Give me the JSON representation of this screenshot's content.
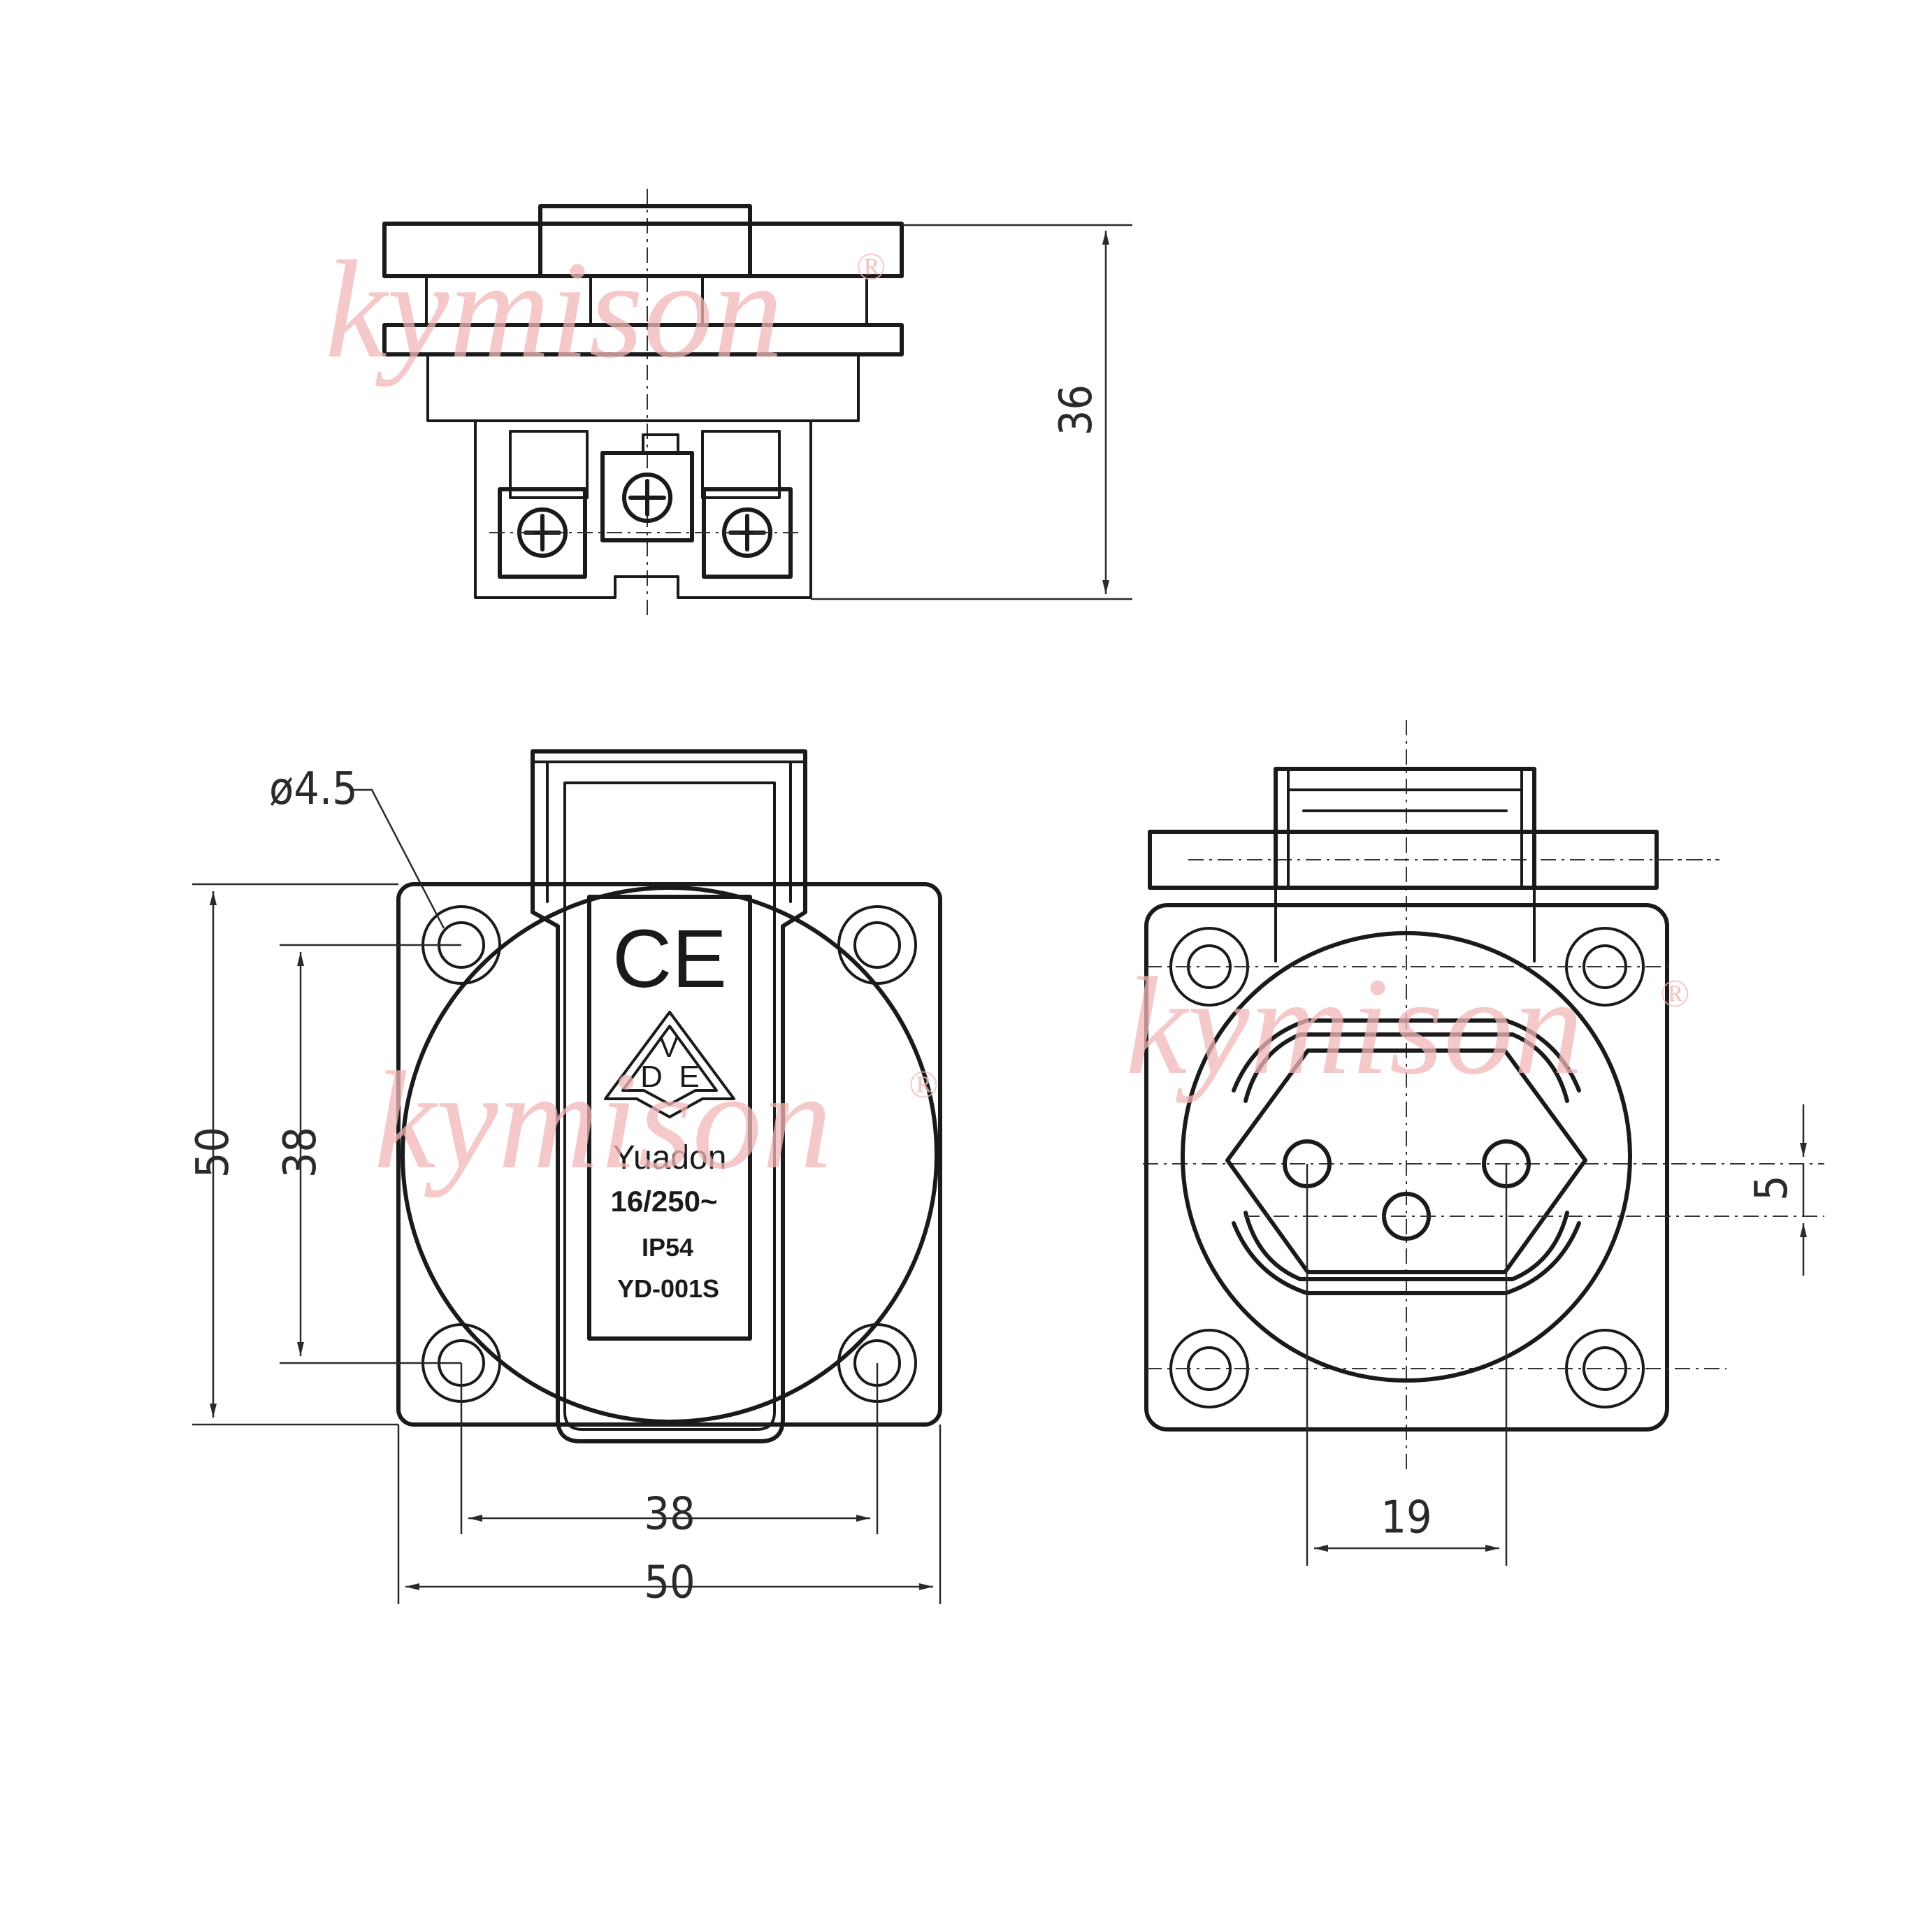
{
  "watermark": {
    "brand": "kymison",
    "mark": "®"
  },
  "top_view": {
    "height_dim": "36"
  },
  "front_view": {
    "hole_dia": "ø4.5",
    "outer_h": "50",
    "hole_h": "38",
    "hole_w": "38",
    "outer_w": "50",
    "label": {
      "ce": "CE",
      "vde_v": "V",
      "vde_d": "D",
      "vde_e": "E",
      "brand": "Yuadon",
      "rating": "16/250~",
      "ip": "IP54",
      "model": "YD-001S"
    }
  },
  "side_view": {
    "pin_offset": "5",
    "pin_spacing": "19"
  }
}
